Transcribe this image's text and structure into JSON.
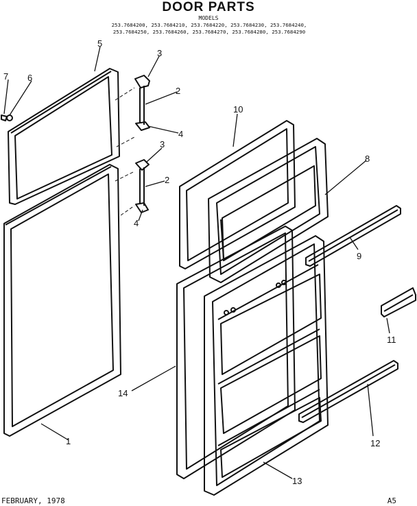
{
  "header": {
    "title": "DOOR PARTS",
    "subtitle": "MODELS",
    "models_line1": "253.7684200, 253.7684210, 253.7684220, 253.7684230, 253.7684240,",
    "models_line2": "253.7684250, 253.7684260, 253.7684270, 253.7684280, 253.7684290"
  },
  "callouts": [
    "1",
    "2",
    "2",
    "3",
    "3",
    "4",
    "4",
    "5",
    "6",
    "7",
    "8",
    "9",
    "10",
    "11",
    "12",
    "13",
    "14"
  ],
  "footer": {
    "date": "FEBRUARY, 1978",
    "page": "A5"
  }
}
